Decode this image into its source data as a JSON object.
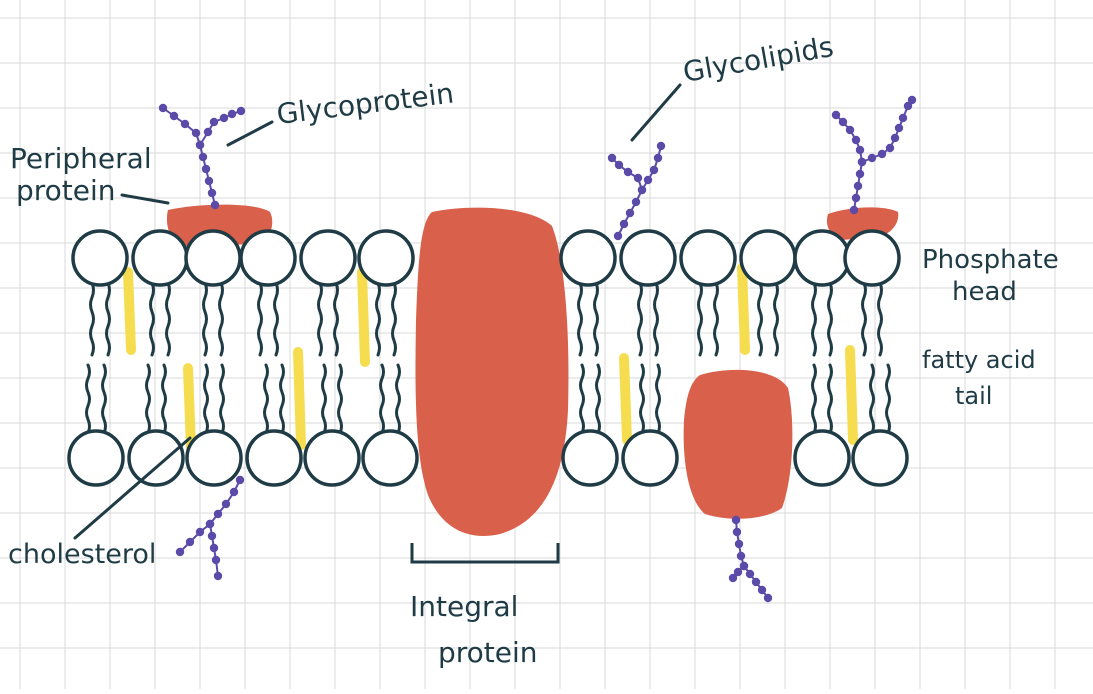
{
  "labels": {
    "peripheral_line1": "Peripheral",
    "peripheral_line2": "protein",
    "glycoprotein": "Glycoprotein",
    "glycolipids": "Glycolipids",
    "phosphate_line1": "Phosphate",
    "phosphate_line2": "head",
    "fatty_line1": "fatty acid",
    "fatty_line2": "tail",
    "cholesterol": "cholesterol",
    "integral_line1": "Integral",
    "integral_line2": "protein"
  },
  "colors": {
    "background": "#ffffff",
    "grid": "#d9d9d9",
    "outline": "#1f3b45",
    "protein": "#d9604a",
    "cholesterol": "#f5dd4f",
    "carbohydrate": "#5b4aa8"
  }
}
